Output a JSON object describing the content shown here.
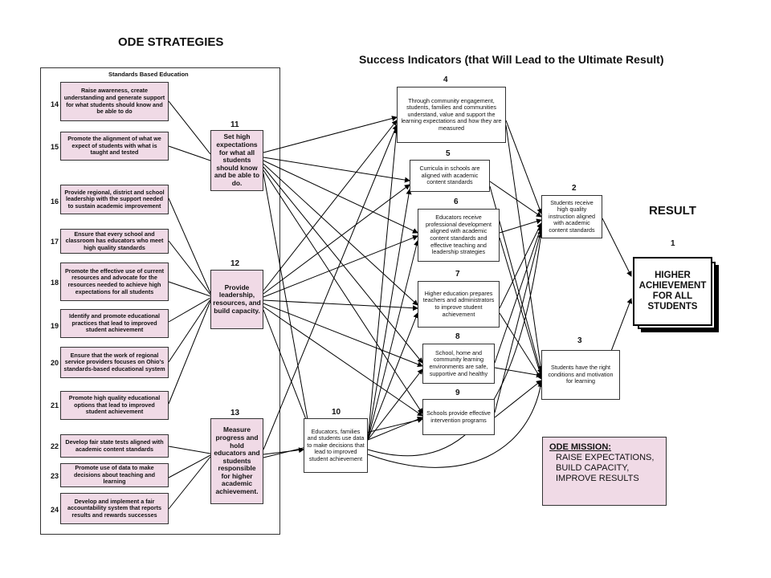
{
  "titles": {
    "ode_strategies": "ODE STRATEGIES",
    "success_indicators": "Success Indicators (that Will Lead to the Ultimate Result)",
    "standards_based": "Standards Based Education",
    "result": "RESULT"
  },
  "left_items": [
    {
      "num": "14",
      "text": "Raise awareness, create understanding and generate support for what students should know and be able to do"
    },
    {
      "num": "15",
      "text": "Promote the alignment of what we expect of students with what is taught and tested"
    },
    {
      "num": "16",
      "text": "Provide regional, district and school leadership with the support needed to sustain academic improvement"
    },
    {
      "num": "17",
      "text": "Ensure that every school and classroom has educators who meet high quality standards"
    },
    {
      "num": "18",
      "text": "Promote the effective use of current resources and advocate for the resources needed to achieve high expectations for all students"
    },
    {
      "num": "19",
      "text": "Identify and promote educational practices that lead to improved student achievement"
    },
    {
      "num": "20",
      "text": "Ensure that the work of regional service providers focuses on Ohio's standards-based educational system"
    },
    {
      "num": "21",
      "text": "Promote high quality educational options that lead to improved student achievement"
    },
    {
      "num": "22",
      "text": "Develop fair state tests aligned with academic content standards"
    },
    {
      "num": "23",
      "text": "Promote use of data to make decisions about teaching and learning"
    },
    {
      "num": "24",
      "text": "Develop and implement a fair accountability system that reports results and rewards successes"
    }
  ],
  "strategies": [
    {
      "num": "11",
      "text": "Set high expectations for what all students should know and be able to do."
    },
    {
      "num": "12",
      "text": "Provide leadership, resources, and build capacity."
    },
    {
      "num": "13",
      "text": "Measure progress and hold educators and students responsible for higher academic achievement."
    }
  ],
  "indicators": [
    {
      "num": "4",
      "text": "Through community engagement, students, families and communities understand, value and support the learning expectations and how they are measured"
    },
    {
      "num": "5",
      "text": "Curricula in schools are aligned with academic content standards"
    },
    {
      "num": "6",
      "text": "Educators receive professional development aligned with academic content standards and effective teaching and leadership strategies"
    },
    {
      "num": "7",
      "text": "Higher education prepares teachers and administrators to improve student achievement"
    },
    {
      "num": "8",
      "text": "School, home and community learning environments are safe, supportive and healthy"
    },
    {
      "num": "9",
      "text": "Schools provide effective intervention programs"
    },
    {
      "num": "10",
      "text": "Educators, families and students use data to make decisions that lead to improved student achievement"
    }
  ],
  "outcomes": [
    {
      "num": "2",
      "text": "Students receive high quality instruction aligned with academic content standards"
    },
    {
      "num": "3",
      "text": "Students have the right conditions and motivation for learning"
    }
  ],
  "final": {
    "num": "1",
    "text": "HIGHER ACHIEVEMENT FOR ALL STUDENTS"
  },
  "mission": {
    "heading": "ODE MISSION:",
    "lines": [
      "RAISE EXPECTATIONS,",
      "BUILD CAPACITY,",
      "IMPROVE RESULTS"
    ]
  }
}
